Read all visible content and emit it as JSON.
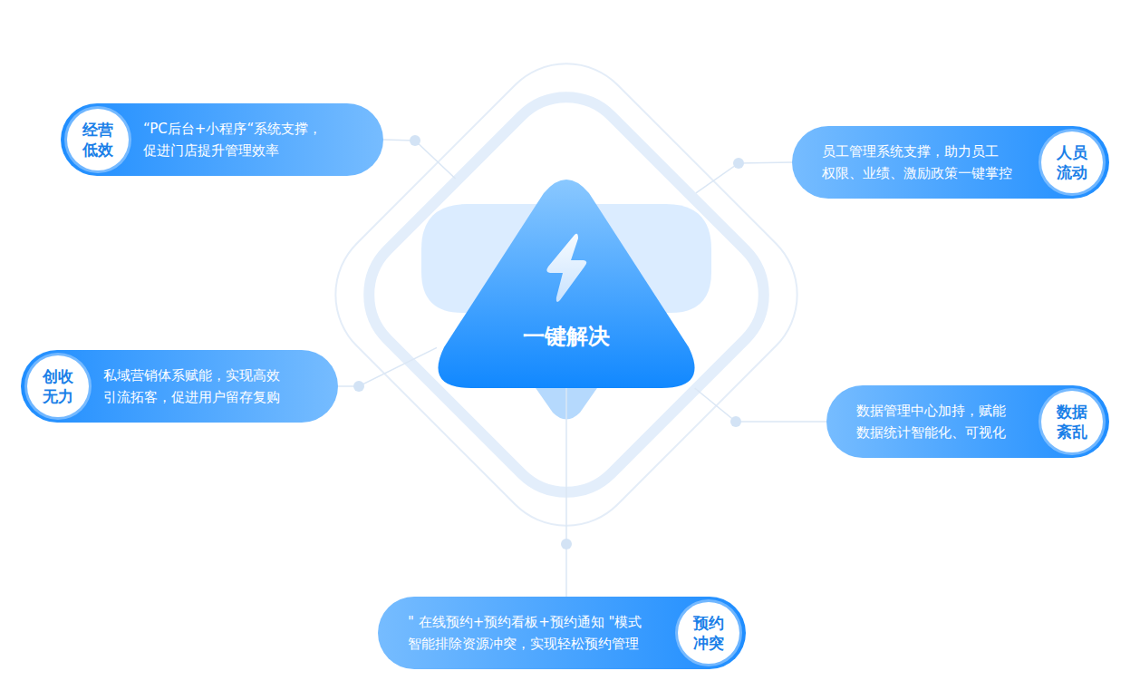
{
  "diagram": {
    "nodes": [
      {
        "text": [
          "经营 低效",
          "“PC后台+小程序“系统支撑， 促进门店提升管理效率"
        ]
      },
      {
        "text": [
          "人员 流动",
          "员工管理系统支撑，助力员工 权限、业绩、激励政策一键掌控"
        ]
      },
      {
        "text": [
          "一键解决"
        ]
      },
      {
        "text": [
          "创收 无力",
          "私域营销体系赋能，实现高效 引流拓客，促进用户留存复购"
        ]
      },
      {
        "text": [
          "数据 紊乱",
          "数据管理中心加持，赋能 数据统计智能化、可视化"
        ]
      },
      {
        "text": [
          "预约 冲突",
          "\" 在线预约+预约看板+预约通知 \"模式 智能排除资源冲突，实现轻松预约管理"
        ]
      }
    ],
    "edges": [
      {
        "from": 0,
        "to": 2,
        "arrow": "none"
      },
      {
        "from": 1,
        "to": 2,
        "arrow": "none"
      },
      {
        "from": 3,
        "to": 2,
        "arrow": "none"
      },
      {
        "from": 4,
        "to": 2,
        "arrow": "none"
      },
      {
        "from": 5,
        "to": 2,
        "arrow": "none"
      }
    ]
  }
}
